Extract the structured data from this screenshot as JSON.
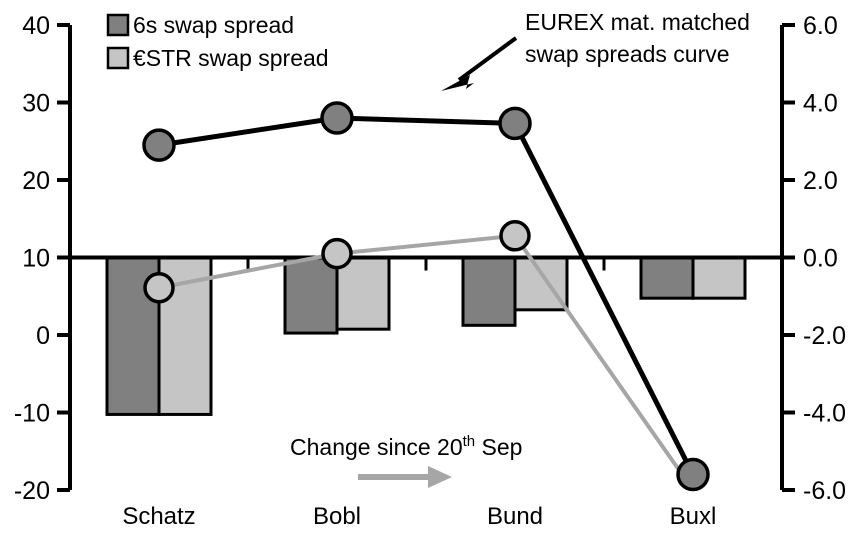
{
  "chart_data": {
    "type": "bar",
    "title": "",
    "subtitle": "",
    "categories": [
      "Schatz",
      "Bobl",
      "Bund",
      "Buxl"
    ],
    "xlabel": "",
    "ylabel": "",
    "grid": false,
    "legend_position": "top-left",
    "left_axis": {
      "label": "",
      "ticks": [
        "40",
        "30",
        "20",
        "10",
        "0",
        "-10",
        "-20"
      ],
      "tick_values": [
        40,
        30,
        20,
        10,
        0,
        -10,
        -20
      ],
      "ylim": [
        -20,
        40
      ]
    },
    "right_axis": {
      "label": "",
      "ticks": [
        "6.0",
        "4.0",
        "2.0",
        "0.0",
        "-2.0",
        "-4.0",
        "-6.0"
      ],
      "tick_values": [
        6.0,
        4.0,
        2.0,
        0.0,
        -2.0,
        -4.0,
        -6.0
      ],
      "ylim": [
        -6.0,
        6.0
      ]
    },
    "zero_line_value": 0.0,
    "series": [
      {
        "name": "6s swap spread",
        "kind": "bar",
        "axis": "right",
        "color": "#808080",
        "values": [
          -4.05,
          -1.95,
          -1.75,
          -1.05
        ]
      },
      {
        "name": "€STR swap spread",
        "kind": "bar",
        "axis": "right",
        "color": "#c5c5c5",
        "values": [
          -4.05,
          -1.85,
          -1.35,
          -1.05
        ]
      },
      {
        "name": "EUREX mat. matched swap spreads curve",
        "kind": "line",
        "axis": "left",
        "color": "#000000",
        "marker_color": "#808080",
        "values": [
          24.5,
          28.0,
          27.3,
          -18.0
        ]
      },
      {
        "name": "Change since 20th Sep",
        "kind": "line",
        "axis": "left",
        "color": "#a6a6a6",
        "marker_color": "#c5c5c5",
        "values": [
          6.1,
          10.5,
          12.8,
          -20.0
        ]
      }
    ],
    "annotations": [
      {
        "name": "curve-callout",
        "line1": "EUREX mat. matched",
        "line2": "swap spreads curve",
        "arrow": "down-left"
      },
      {
        "name": "change-note",
        "text_before": "Change since 20",
        "superscript": "th",
        "text_after": " Sep",
        "arrow": "right"
      }
    ]
  },
  "legend": {
    "items": [
      {
        "label": "6s swap spread",
        "color": "#808080"
      },
      {
        "label": "€STR swap spread",
        "color": "#c5c5c5"
      }
    ]
  },
  "axis": {
    "left_ticks": [
      "40",
      "30",
      "20",
      "10",
      "0",
      "-10",
      "-20"
    ],
    "right_ticks": [
      "6.0",
      "4.0",
      "2.0",
      "0.0",
      "-2.0",
      "-4.0",
      "-6.0"
    ],
    "categories": [
      "Schatz",
      "Bobl",
      "Bund",
      "Buxl"
    ]
  },
  "annotations": {
    "callout_line1": "EUREX mat. matched",
    "callout_line2": "swap spreads curve",
    "change_before": "Change since 20",
    "change_sup": "th",
    "change_after": " Sep"
  },
  "colors": {
    "dark_bar": "#808080",
    "light_bar": "#c5c5c5",
    "black_line": "#000000",
    "grey_line": "#a6a6a6",
    "axis": "#000000"
  }
}
